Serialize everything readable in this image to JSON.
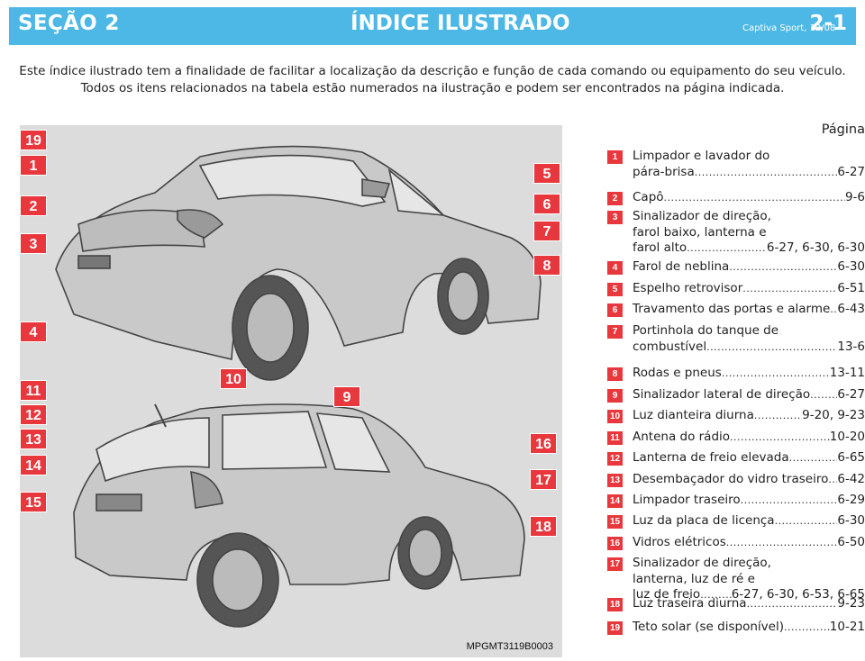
{
  "header": {
    "section": "SEÇÃO 2",
    "title": "ÍNDICE ILUSTRADO",
    "small": "Captiva Sport, 12/08",
    "page": "2-1"
  },
  "intro": {
    "line1": "Este índice ilustrado tem a finalidade de facilitar a localização da descrição e função de cada comando ou equipamento do seu veículo.",
    "line2": "Todos os itens relacionados na tabela estão numerados na ilustração e podem ser encontrados na página indicada."
  },
  "illustration": {
    "code": "MPGMT3119B0003",
    "callouts": [
      "19",
      "1",
      "2",
      "3",
      "4",
      "5",
      "6",
      "7",
      "8",
      "9",
      "10",
      "11",
      "12",
      "13",
      "14",
      "15",
      "16",
      "17",
      "18"
    ]
  },
  "index": {
    "page_header": "Página",
    "entries": [
      {
        "num": "1",
        "lines": [
          "Limpador e lavador do"
        ],
        "label": "pára-brisa",
        "page": "6-27"
      },
      {
        "num": "2",
        "lines": [],
        "label": "Capô",
        "page": "9-6"
      },
      {
        "num": "3",
        "lines": [
          "Sinalizador de direção,",
          "farol baixo, lanterna e"
        ],
        "label": "farol alto",
        "page": "6-27, 6-30, 6-30"
      },
      {
        "num": "4",
        "lines": [],
        "label": "Farol de neblina",
        "page": "6-30"
      },
      {
        "num": "5",
        "lines": [],
        "label": "Espelho retrovisor",
        "page": "6-51"
      },
      {
        "num": "6",
        "lines": [],
        "label": "Travamento das portas e alarme",
        "page": "6-43"
      },
      {
        "num": "7",
        "lines": [
          "Portinhola do tanque de"
        ],
        "label": "combustível",
        "page": "13-6"
      },
      {
        "num": "8",
        "lines": [],
        "label": "Rodas e pneus",
        "page": "13-11"
      },
      {
        "num": "9",
        "lines": [],
        "label": "Sinalizador lateral de direção",
        "page": "6-27"
      },
      {
        "num": "10",
        "lines": [],
        "label": "Luz dianteira diurna",
        "page": "9-20, 9-23"
      },
      {
        "num": "11",
        "lines": [],
        "label": "Antena do rádio",
        "page": "10-20"
      },
      {
        "num": "12",
        "lines": [],
        "label": "Lanterna de freio elevada",
        "page": "6-65"
      },
      {
        "num": "13",
        "lines": [],
        "label": "Desembaçador do vidro traseiro",
        "page": "6-42"
      },
      {
        "num": "14",
        "lines": [],
        "label": "Limpador traseiro",
        "page": "6-29"
      },
      {
        "num": "15",
        "lines": [],
        "label": "Luz da placa de licença",
        "page": "6-30"
      },
      {
        "num": "16",
        "lines": [],
        "label": "Vidros elétricos",
        "page": "6-50"
      },
      {
        "num": "17",
        "lines": [
          "Sinalizador de direção,",
          "lanterna, luz de ré e"
        ],
        "label": "luz de freio",
        "page": "6-27, 6-30, 6-53, 6-65"
      },
      {
        "num": "18",
        "lines": [],
        "label": "Luz traseira diurna",
        "page": "9-23"
      },
      {
        "num": "19",
        "lines": [],
        "label": "Teto solar (se disponível)",
        "page": "10-21"
      }
    ]
  }
}
